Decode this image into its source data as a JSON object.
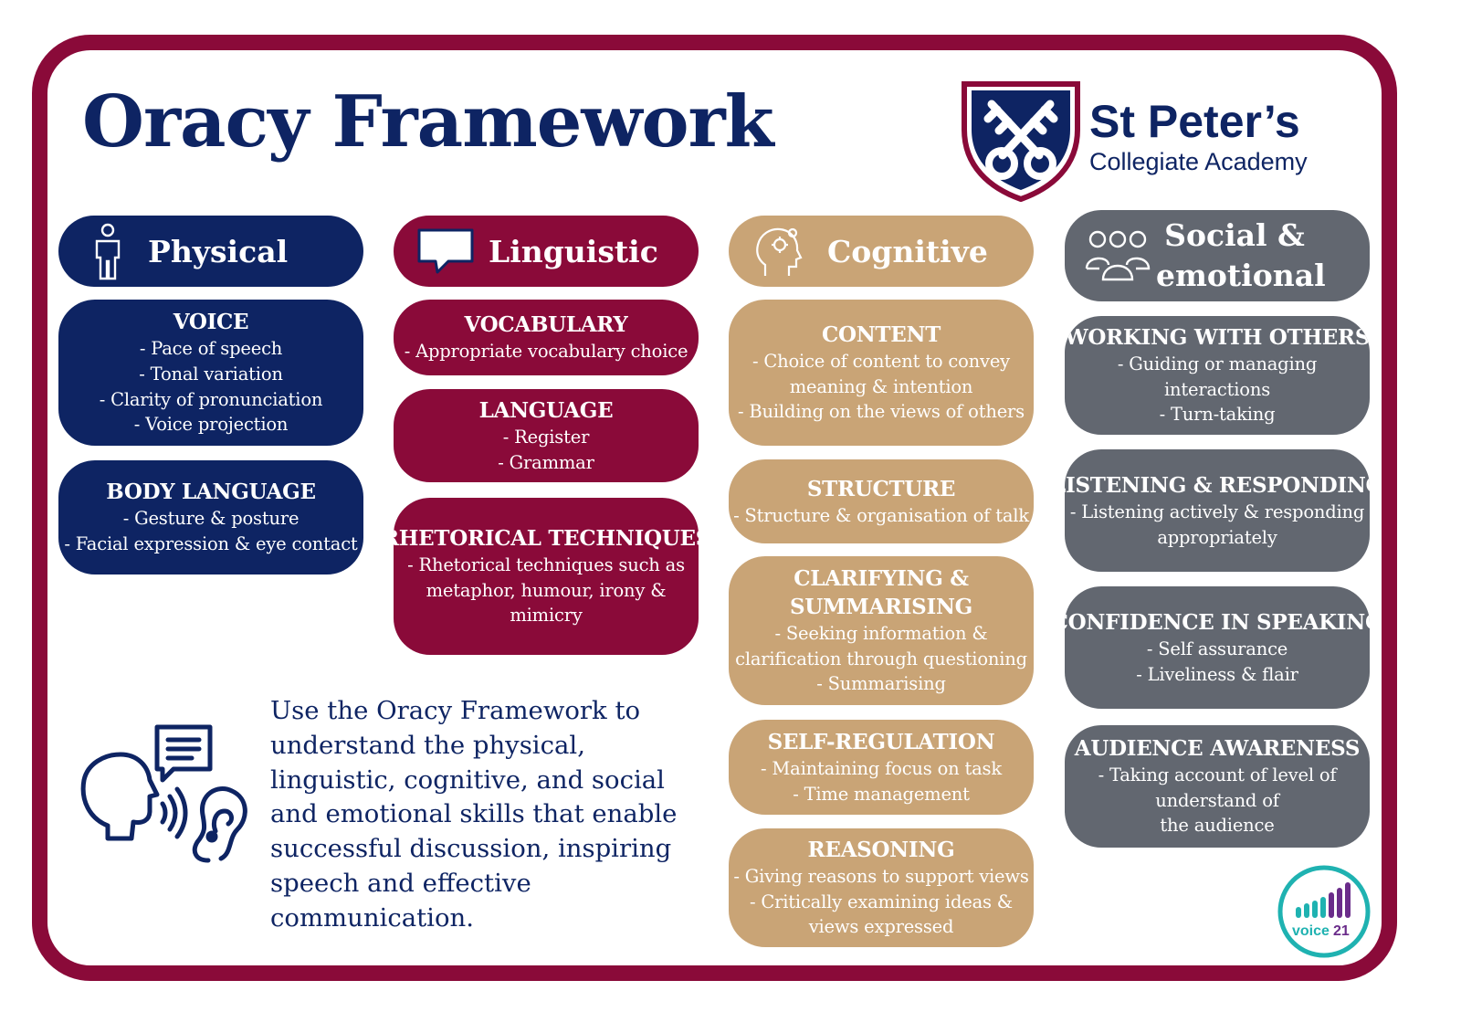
{
  "title": "Oracy Framework",
  "school": {
    "name": "St Peter’s",
    "subtitle": "Collegiate Academy"
  },
  "colors": {
    "navy": "#0e2463",
    "maroon": "#8a0a39",
    "tan": "#c9a476",
    "grey": "#626770",
    "teal": "#1fb2b1",
    "purple": "#6a2c8a"
  },
  "categories": [
    {
      "label": "Physical",
      "icon": "person-icon",
      "cards": [
        {
          "title": "VOICE",
          "lines": [
            "- Pace of speech",
            "- Tonal variation",
            "- Clarity of pronunciation",
            "- Voice projection"
          ]
        },
        {
          "title": "BODY LANGUAGE",
          "lines": [
            "- Gesture & posture",
            "- Facial expression & eye contact"
          ]
        }
      ]
    },
    {
      "label": "Linguistic",
      "icon": "speech-bubble-icon",
      "cards": [
        {
          "title": "VOCABULARY",
          "lines": [
            "- Appropriate vocabulary choice"
          ]
        },
        {
          "title": "LANGUAGE",
          "lines": [
            "- Register",
            "- Grammar"
          ]
        },
        {
          "title": "RHETORICAL TECHNIQUES",
          "lines": [
            "- Rhetorical techniques such as",
            "metaphor, humour, irony &",
            "mimicry"
          ]
        }
      ]
    },
    {
      "label": "Cognitive",
      "icon": "head-gear-icon",
      "cards": [
        {
          "title": "CONTENT",
          "lines": [
            "- Choice of content to convey",
            "meaning & intention",
            "- Building on the views of others"
          ]
        },
        {
          "title": "STRUCTURE",
          "lines": [
            "- Structure & organisation of talk"
          ]
        },
        {
          "title": "CLARIFYING &",
          "title2": "SUMMARISING",
          "lines": [
            "- Seeking information &",
            "clarification through questioning",
            "- Summarising"
          ]
        },
        {
          "title": "SELF-REGULATION",
          "lines": [
            "- Maintaining focus on task",
            "- Time management"
          ]
        },
        {
          "title": "REASONING",
          "lines": [
            "- Giving reasons to support views",
            "- Critically examining ideas &",
            "views expressed"
          ]
        }
      ]
    },
    {
      "label": "Social &",
      "label2": "emotional",
      "icon": "group-icon",
      "cards": [
        {
          "title": "WORKING WITH OTHERS",
          "lines": [
            "- Guiding or managing",
            "interactions",
            "- Turn-taking"
          ]
        },
        {
          "title": "LISTENING & RESPONDING",
          "lines": [
            "- Listening actively & responding",
            "appropriately"
          ]
        },
        {
          "title": "CONFIDENCE IN SPEAKING",
          "lines": [
            "- Self assurance",
            "- Liveliness & flair"
          ]
        },
        {
          "title": "AUDIENCE AWARENESS",
          "lines": [
            "- Taking account of level of",
            "understand of",
            "the audience"
          ]
        }
      ]
    }
  ],
  "description": [
    "Use the Oracy Framework to",
    "understand the physical,",
    "linguistic, cognitive, and social",
    "and emotional skills that enable",
    "successful discussion, inspiring",
    "speech and effective",
    "communication."
  ],
  "voice21_logo": {
    "text": "voice",
    "number": "21"
  }
}
